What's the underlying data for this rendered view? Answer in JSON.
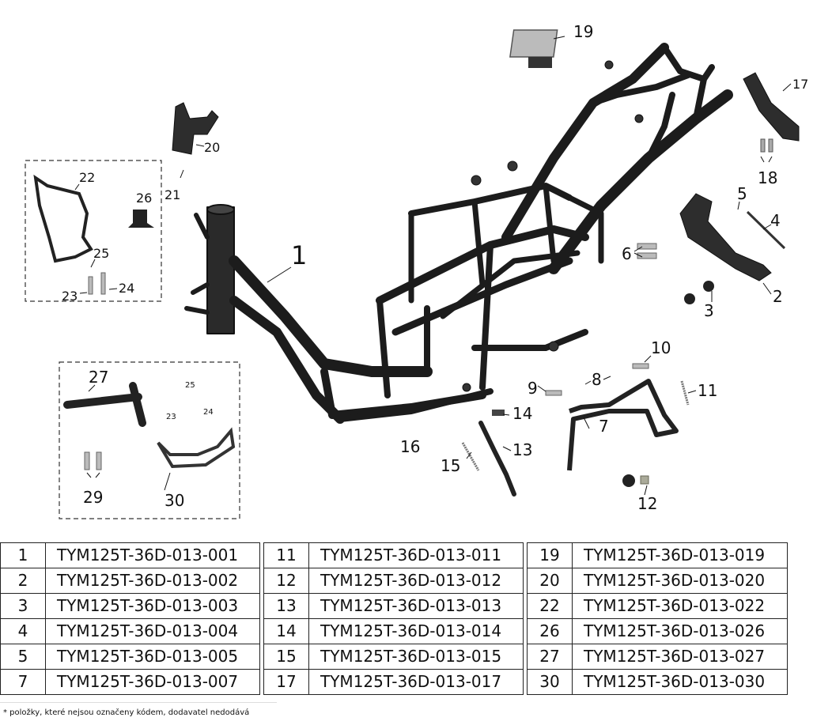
{
  "callouts": {
    "c1": "1",
    "c2": "2",
    "c3": "3",
    "c4": "4",
    "c5": "5",
    "c6": "6",
    "c7": "7",
    "c8": "8",
    "c9": "9",
    "c10": "10",
    "c11": "11",
    "c12": "12",
    "c13": "13",
    "c14": "14",
    "c15": "15",
    "c16": "16",
    "c17": "17",
    "c18": "18",
    "c19": "19",
    "c20": "20",
    "c21": "21",
    "c22": "22",
    "c23": "23",
    "c24": "24",
    "c25": "25",
    "c26": "26",
    "c27": "27",
    "c29": "29",
    "c30": "30",
    "c23b": "23",
    "c24b": "24",
    "c25b": "25"
  },
  "parts_table": {
    "col1": [
      {
        "no": "1",
        "code": "TYM125T-36D-013-001"
      },
      {
        "no": "2",
        "code": "TYM125T-36D-013-002"
      },
      {
        "no": "3",
        "code": "TYM125T-36D-013-003"
      },
      {
        "no": "4",
        "code": "TYM125T-36D-013-004"
      },
      {
        "no": "5",
        "code": "TYM125T-36D-013-005"
      },
      {
        "no": "7",
        "code": "TYM125T-36D-013-007"
      }
    ],
    "col2": [
      {
        "no": "11",
        "code": "TYM125T-36D-013-011"
      },
      {
        "no": "12",
        "code": "TYM125T-36D-013-012"
      },
      {
        "no": "13",
        "code": "TYM125T-36D-013-013"
      },
      {
        "no": "14",
        "code": "TYM125T-36D-013-014"
      },
      {
        "no": "15",
        "code": "TYM125T-36D-013-015"
      },
      {
        "no": "17",
        "code": "TYM125T-36D-013-017"
      }
    ],
    "col3": [
      {
        "no": "19",
        "code": "TYM125T-36D-013-019"
      },
      {
        "no": "20",
        "code": "TYM125T-36D-013-020"
      },
      {
        "no": "22",
        "code": "TYM125T-36D-013-022"
      },
      {
        "no": "26",
        "code": "TYM125T-36D-013-026"
      },
      {
        "no": "27",
        "code": "TYM125T-36D-013-027"
      },
      {
        "no": "30",
        "code": "TYM125T-36D-013-030"
      }
    ]
  },
  "footnote": "* položky, které nejsou označeny kódem, dodavatel nedodává"
}
